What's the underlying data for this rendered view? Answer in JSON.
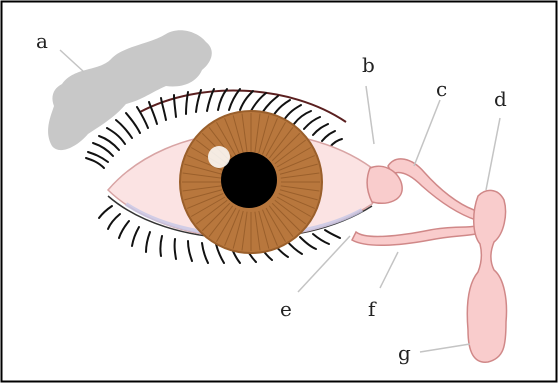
{
  "labels": {
    "a": "a",
    "b": "b",
    "c": "c",
    "d": "d",
    "e": "e",
    "f": "f",
    "g": "g"
  },
  "colors": {
    "frame": "#000000",
    "gland": "#c8c8c8",
    "sclera": "#fbe3e3",
    "lacrimal_pink": "#f9cccc",
    "lacrimal_stroke": "#d08888",
    "iris": "#b8773d",
    "pupil": "#000000",
    "lash": "#111111",
    "leader_line": "#c4c4c4"
  }
}
